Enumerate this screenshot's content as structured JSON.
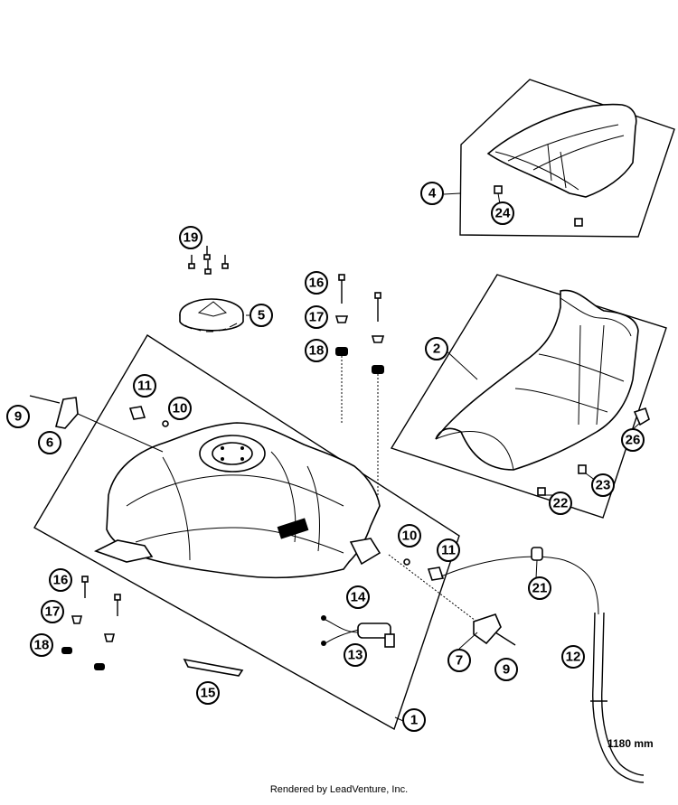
{
  "callouts": [
    {
      "label": "1"
    },
    {
      "label": "2"
    },
    {
      "label": "4"
    },
    {
      "label": "5"
    },
    {
      "label": "6"
    },
    {
      "label": "7"
    },
    {
      "label": "9"
    },
    {
      "label": "9"
    },
    {
      "label": "10"
    },
    {
      "label": "10"
    },
    {
      "label": "11"
    },
    {
      "label": "11"
    },
    {
      "label": "12"
    },
    {
      "label": "13"
    },
    {
      "label": "14"
    },
    {
      "label": "15"
    },
    {
      "label": "16"
    },
    {
      "label": "16"
    },
    {
      "label": "17"
    },
    {
      "label": "17"
    },
    {
      "label": "18"
    },
    {
      "label": "18"
    },
    {
      "label": "19"
    },
    {
      "label": "21"
    },
    {
      "label": "22"
    },
    {
      "label": "23"
    },
    {
      "label": "24"
    },
    {
      "label": "26"
    }
  ],
  "dimension_label": "1180 mm",
  "footer": "Rendered by LeadVenture, Inc."
}
